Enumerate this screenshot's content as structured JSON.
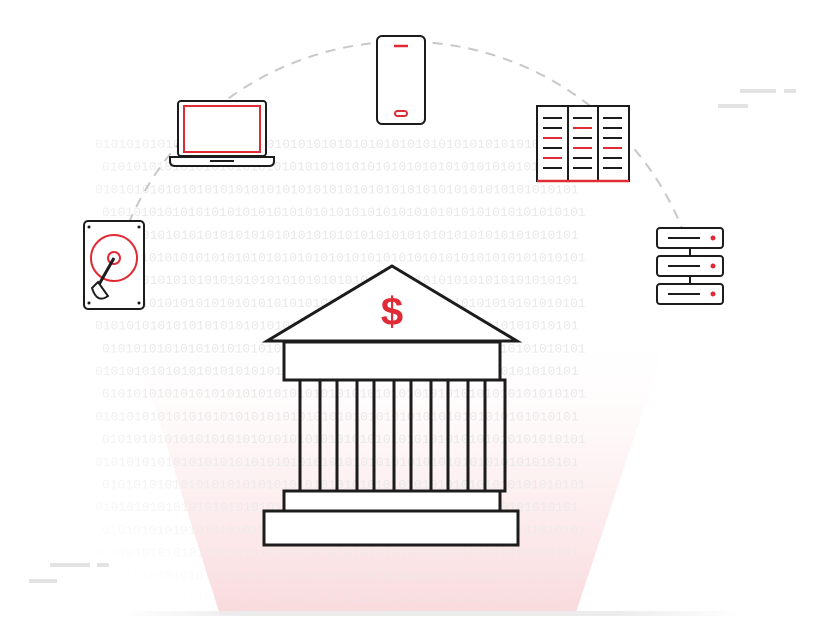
{
  "colors": {
    "accent": "#e02a36",
    "stroke": "#1c1c1c",
    "dashed_arc": "#c8c8c8",
    "binary_text": "#e9e9e9",
    "beam": "#fbe3e5",
    "floor": "#ececec"
  },
  "binary_pattern": "01010101010101010101010101010101010101010101010101010101010101",
  "bank": {
    "currency_symbol": "$",
    "column_count": 6
  },
  "devices": [
    {
      "id": "hard-drive",
      "icon": "hard-drive-icon"
    },
    {
      "id": "laptop",
      "icon": "laptop-icon"
    },
    {
      "id": "smartphone",
      "icon": "smartphone-icon"
    },
    {
      "id": "server-rack",
      "icon": "server-rack-icon"
    },
    {
      "id": "server-stack",
      "icon": "server-stack-icon"
    }
  ]
}
